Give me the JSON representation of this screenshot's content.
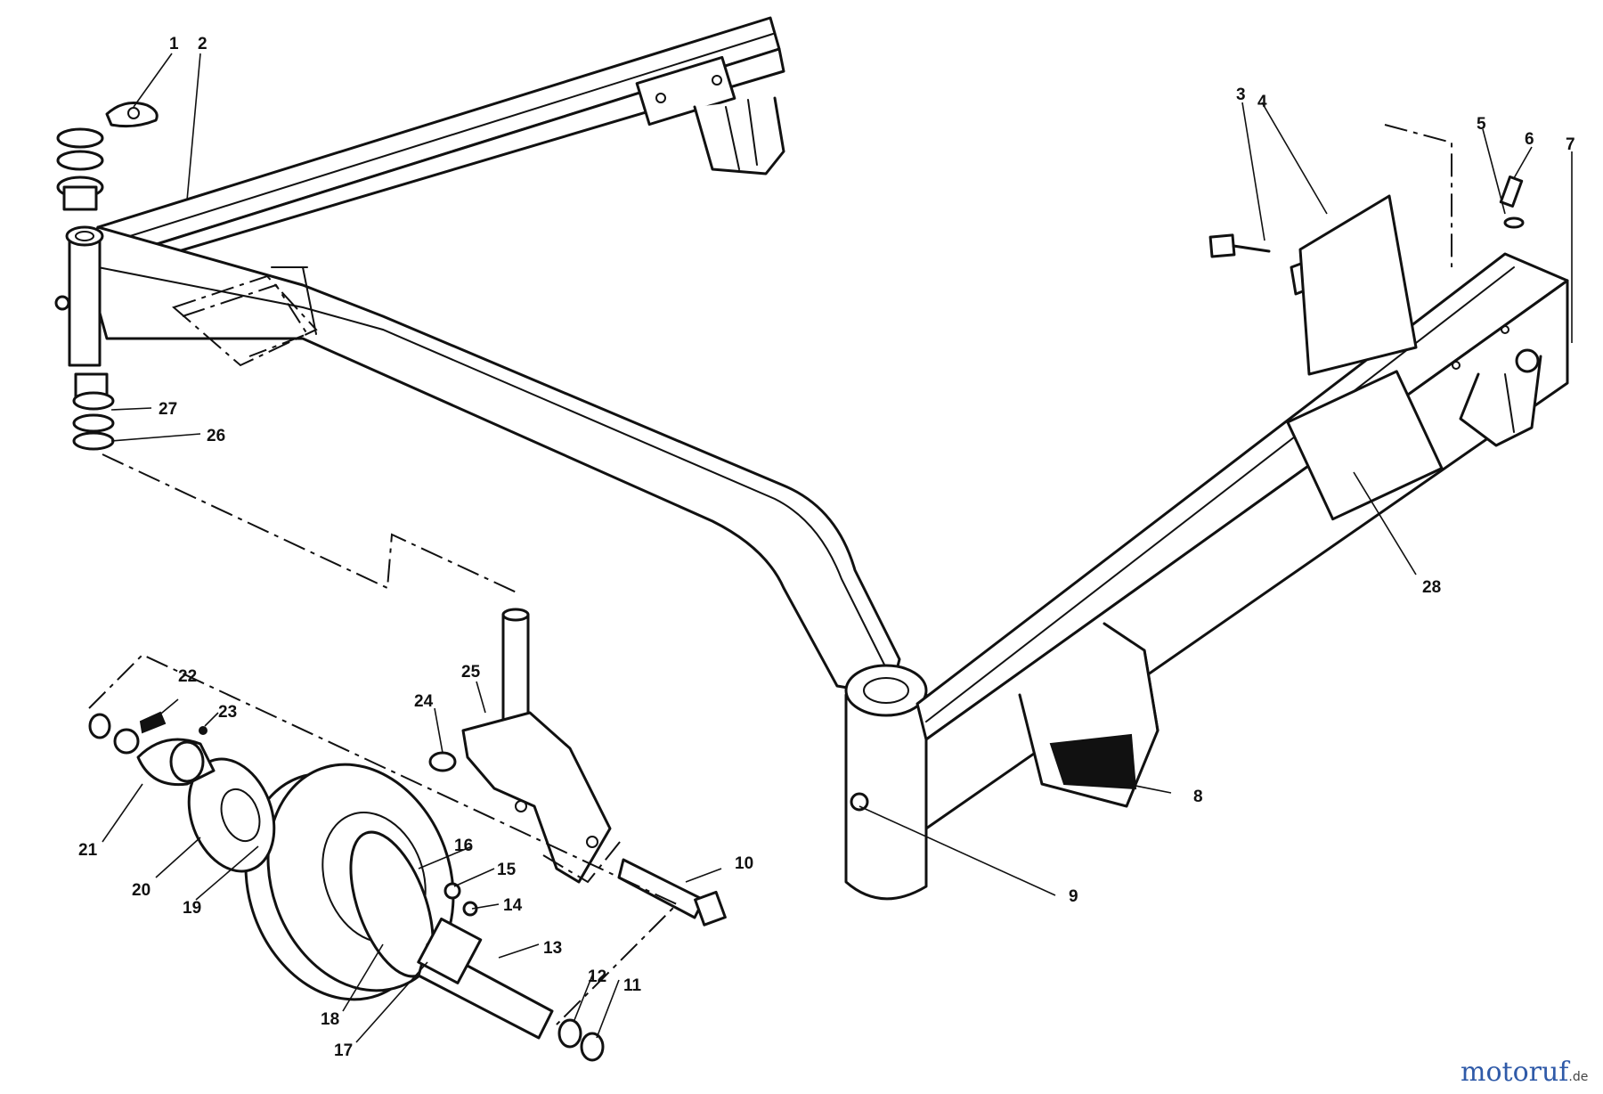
{
  "diagram": {
    "callouts": {
      "n1": "1",
      "n2": "2",
      "n3": "3",
      "n4": "4",
      "n5": "5",
      "n6": "6",
      "n7": "7",
      "n8": "8",
      "n9": "9",
      "n10": "10",
      "n11": "11",
      "n12": "12",
      "n13": "13",
      "n14": "14",
      "n15": "15",
      "n16": "16",
      "n17": "17",
      "n18": "18",
      "n19": "19",
      "n20": "20",
      "n21": "21",
      "n22": "22",
      "n23": "23",
      "n24": "24",
      "n25": "25",
      "n26": "26",
      "n27": "27",
      "n28": "28"
    },
    "watermark": {
      "main": "motoruf",
      "suffix": ".de"
    }
  },
  "colors": {
    "line": "#111111",
    "background": "#ffffff",
    "watermark_blue": "#2f5aa8",
    "watermark_green": "#4a9a4a"
  }
}
